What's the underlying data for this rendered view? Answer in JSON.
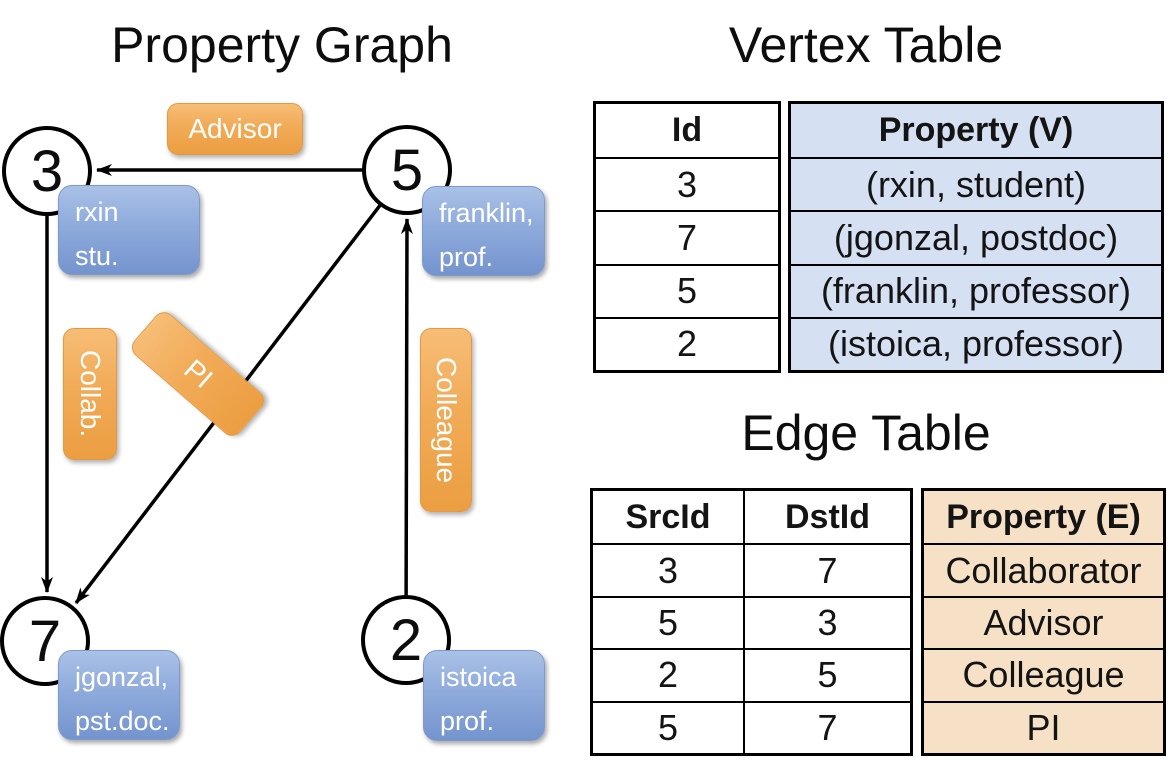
{
  "graph": {
    "title": "Property Graph",
    "nodes": [
      {
        "id": "3"
      },
      {
        "id": "5"
      },
      {
        "id": "7"
      },
      {
        "id": "2"
      }
    ],
    "property_boxes": [
      {
        "line1": "rxin",
        "line2": "stu."
      },
      {
        "line1": "franklin,",
        "line2": "prof."
      },
      {
        "line1": "jgonzal,",
        "line2": "pst.doc."
      },
      {
        "line1": "istoica",
        "line2": "prof."
      }
    ],
    "edge_labels": {
      "advisor": "Advisor",
      "collab": "Collab.",
      "pi": "PI",
      "colleague": "Colleague"
    }
  },
  "vertex_table": {
    "title": "Vertex Table",
    "headers": {
      "id": "Id",
      "property": "Property (V)"
    },
    "rows": [
      {
        "id": "3",
        "property": "(rxin, student)"
      },
      {
        "id": "7",
        "property": "(jgonzal, postdoc)"
      },
      {
        "id": "5",
        "property": "(franklin, professor)"
      },
      {
        "id": "2",
        "property": "(istoica, professor)"
      }
    ]
  },
  "edge_table": {
    "title": "Edge Table",
    "headers": {
      "src": "SrcId",
      "dst": "DstId",
      "property": "Property (E)"
    },
    "rows": [
      {
        "src": "3",
        "dst": "7",
        "property": "Collaborator"
      },
      {
        "src": "5",
        "dst": "3",
        "property": "Advisor"
      },
      {
        "src": "2",
        "dst": "5",
        "property": "Colleague"
      },
      {
        "src": "5",
        "dst": "7",
        "property": "PI"
      }
    ]
  },
  "colors": {
    "edge_label_orange": "#ee9f42",
    "property_box_blue": "#7494ce",
    "vertex_cell_bg": "#d5e0f3",
    "edge_cell_bg": "#f6e1c6",
    "line_black": "#000000"
  }
}
